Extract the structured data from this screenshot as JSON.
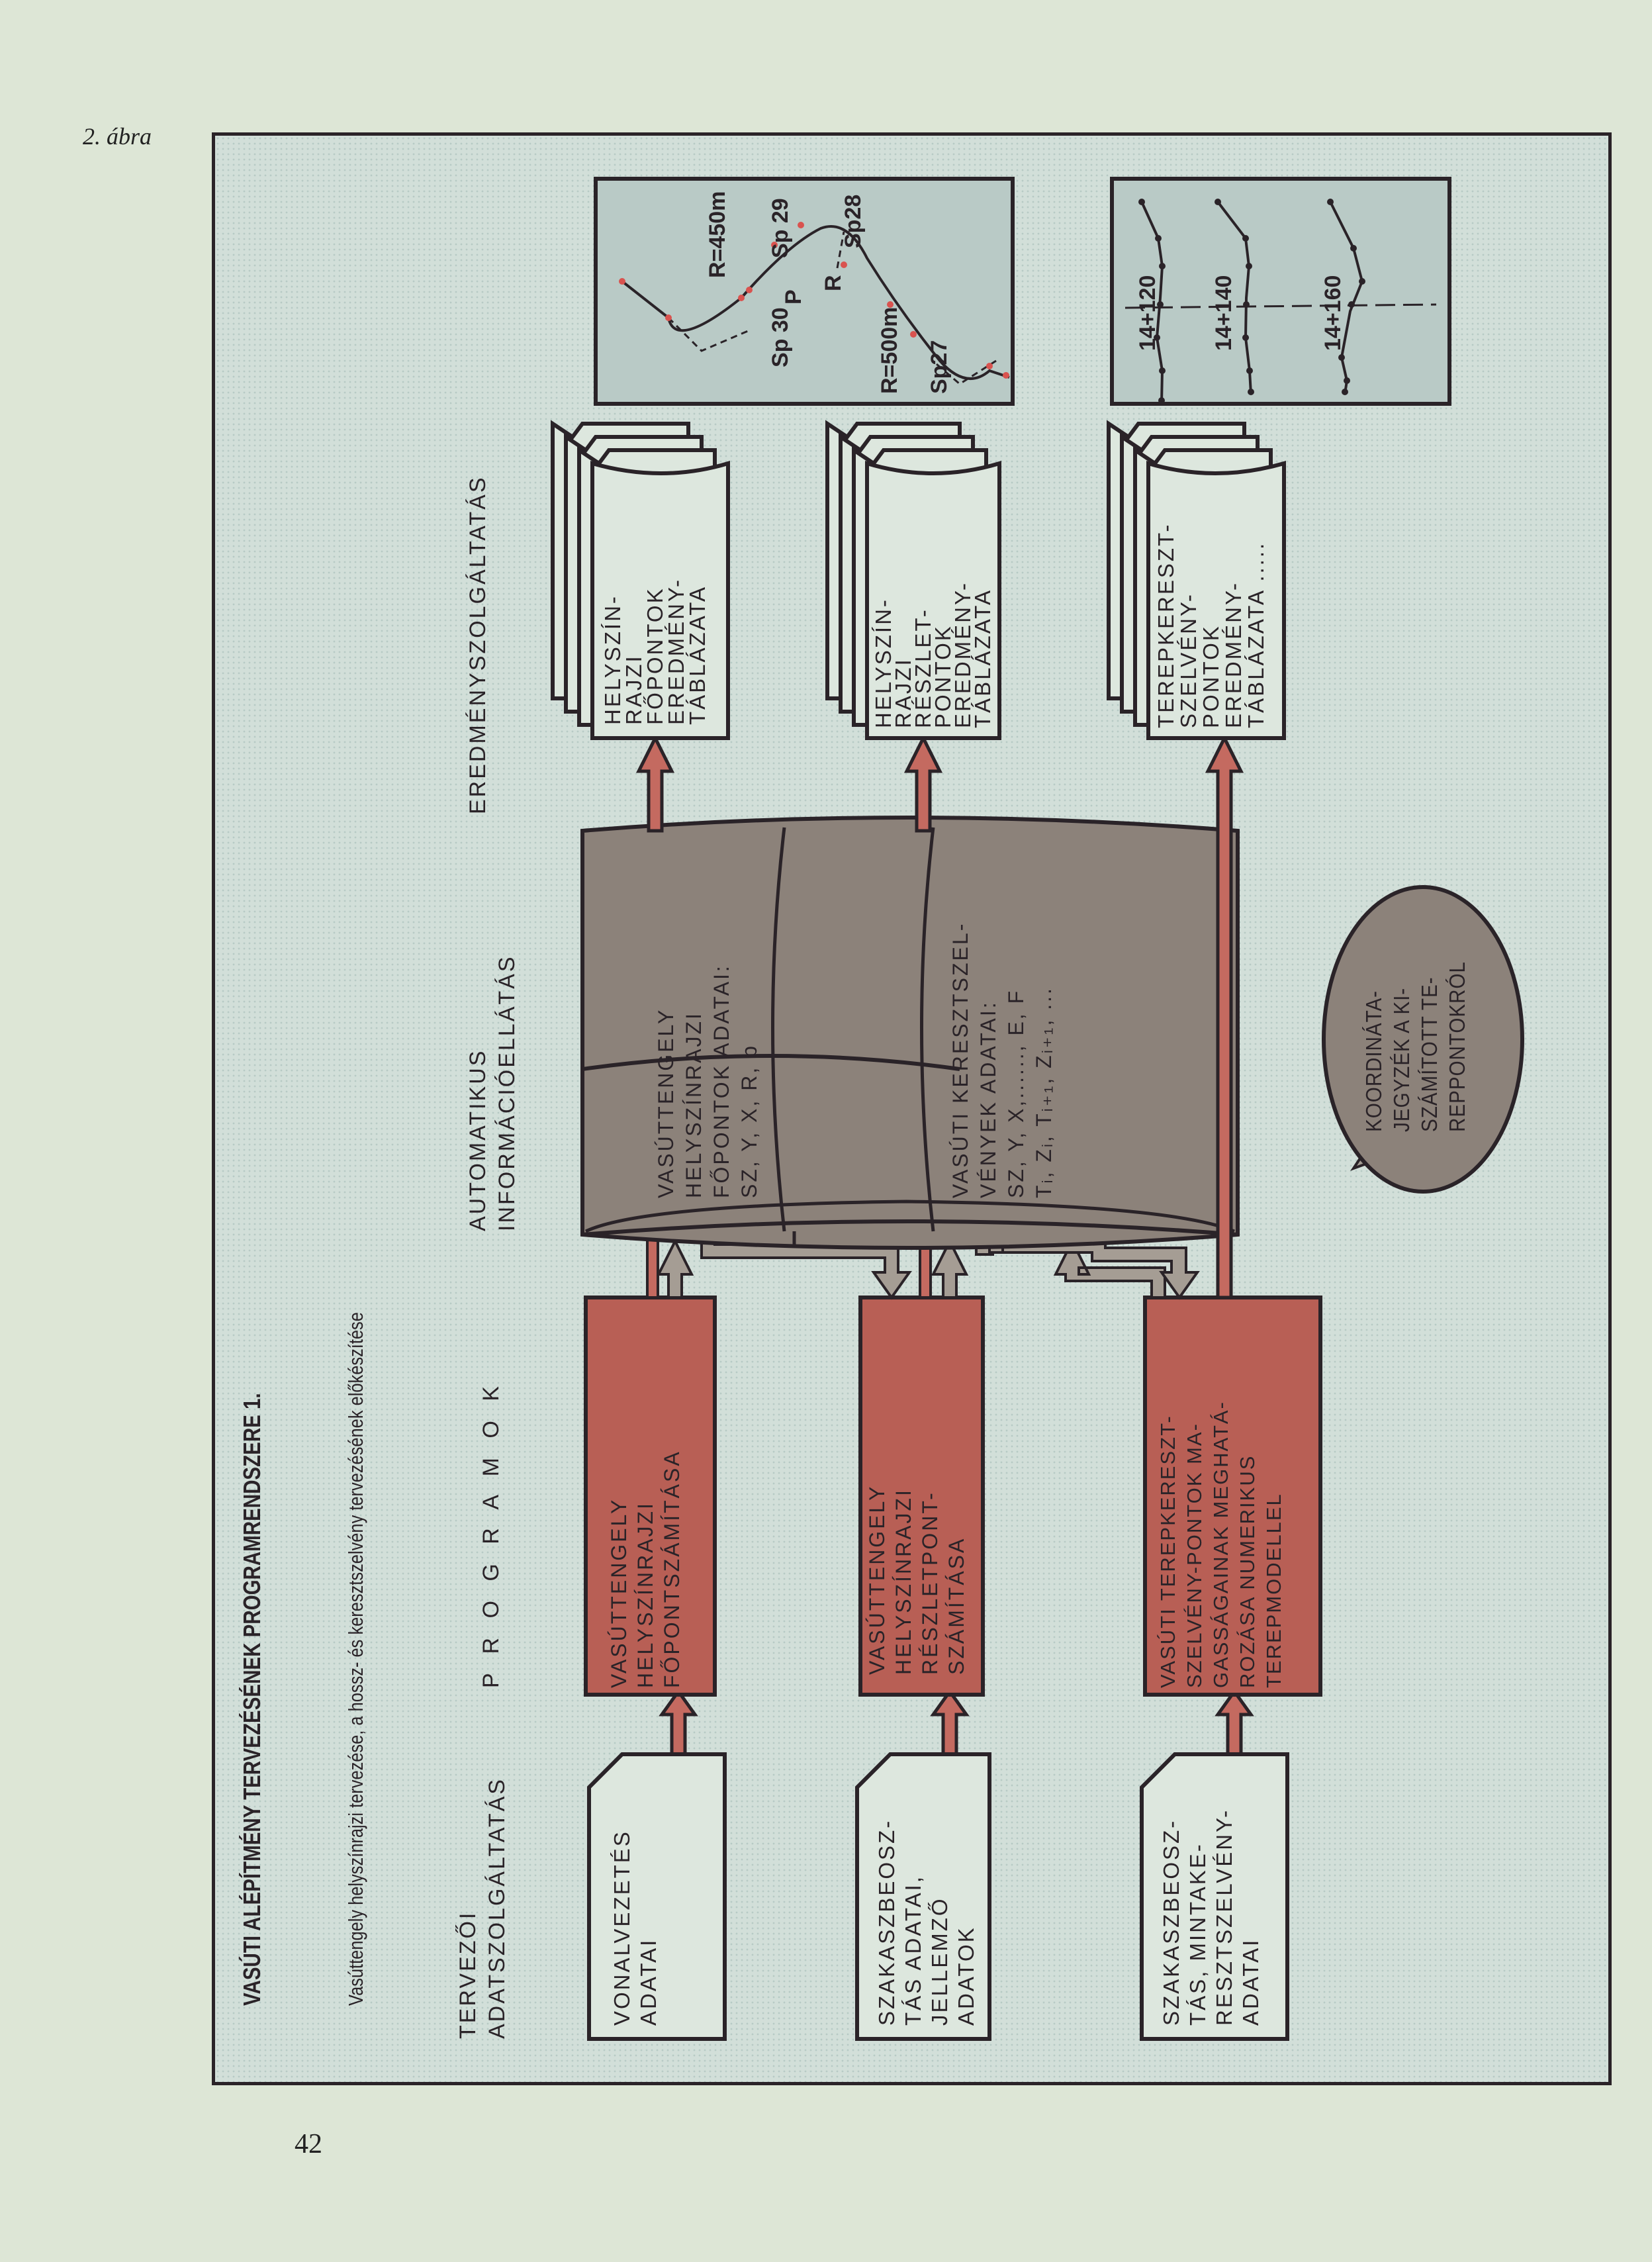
{
  "figure_label": "2. ábra",
  "page_number": "42",
  "diagram": {
    "title": "VASÚTI ALÉPÍTMÉNY TERVEZÉSÉNEK PROGRAMRENDSZERE 1.",
    "subtitle": "Vasúttengely helyszínrajzi tervezése, a hossz- és keresztszelvény tervezésének előkészítése",
    "columns": {
      "input": "TERVEZŐI\nADATSZOLGÁLTATÁS",
      "programs": "P R O G R A M O K",
      "database": "AUTOMATIKUS\nINFORMÁCIÓELLÁTÁS",
      "output": "EREDMÉNYSZOLGÁLTATÁS"
    },
    "inputs": [
      "VONALVEZETÉS\nADATAI",
      "SZAKASZBEOSZ-\nTÁS ADATAI,\nJELLEMZŐ\nADATOK",
      "SZAKASZBEOSZ-\nTÁS, MINTAKE-\nRESZTSZELVÉNY-\nADATAI"
    ],
    "programs": [
      "VASÚTTENGELY\nHELYSZÍNRAJZI\nFŐPONTSZÁMÍTÁSA",
      "VASÚTTENGELY\nHELYSZÍNRAJZI\nRÉSZLETPONT-\nSZÁMÍTÁSA",
      "VASÚTI TEREPKERESZT-\nSZELVÉNY-PONTOK MA-\nGASSÁGAINAK MEGHATÁ-\nROZÁSA NUMERIKUS\nTEREPMODELLEL"
    ],
    "database_sections": [
      "VASÚTTENGELY\nHELYSZÍNRAJZI\nFŐPONTOK ADATAI:\nSZ, Y, X, R, p",
      "VASÚTI KERESZTSZEL-\nVÉNYEK ADATAI:\nSZ, Y, X,......, E, F\nTᵢ, Zᵢ, Tᵢ₊₁, Zᵢ₊₁, ..."
    ],
    "outputs": [
      "HELYSZÍN-\nRAJZI\nFŐPONTOK\nEREDMÉNY-\nTÁBLÁZATA",
      "HELYSZÍN-\nRAJZI\nRÉSZLET-\nPONTOK\nEREDMÉNY-\nTÁBLÁZATA",
      "TEREPKERESZT-\nSZELVÉNY-\nPONTOK\nEREDMÉNY-\nTÁBLÁZATA ....."
    ],
    "external_source": "KOORDINÁTA-\nJEGYZÉK A KI-\nSZÁMÍTOTT TE-\nREPPONTOKRÓL",
    "map_labels": {
      "r1": "R=450m",
      "r2": "R=500m",
      "sp30": "Sp 30",
      "sp29": "Sp 29",
      "sp28": "Sp28",
      "sp27": "Sp27",
      "p": "P",
      "r": "R"
    },
    "section_labels": [
      "14+120",
      "14+140",
      "14+160"
    ]
  },
  "colors": {
    "program_fill": "#b85f55",
    "database_fill": "#8c827a",
    "document_fill": "#dde7de",
    "arrow_red": "#c46a60",
    "arrow_gray": "#a59d94",
    "outline": "#2a2328",
    "thumbnail_fill": "#b9cac6"
  }
}
